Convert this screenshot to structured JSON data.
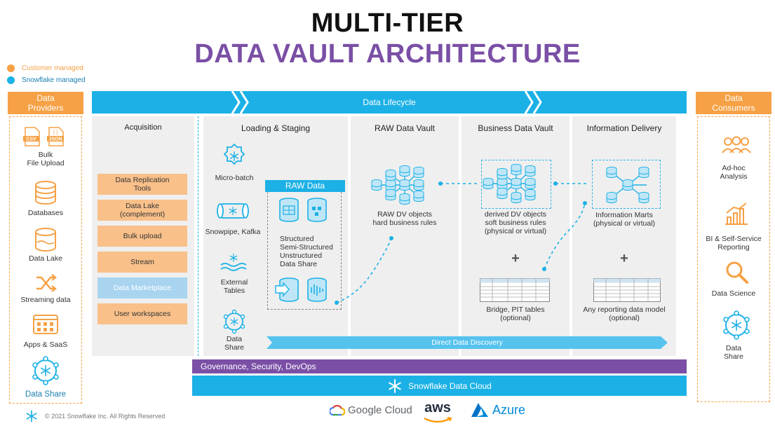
{
  "title_line1": "MULTI-TIER",
  "title_line2": "DATA VAULT ARCHITECTURE",
  "legend": {
    "customer": "Customer  managed",
    "snowflake": "Snowflake managed"
  },
  "colors": {
    "orange": "#f6a145",
    "blue": "#1cb1e6",
    "purple": "#7a4fa5",
    "lightblue": "#55c3ee"
  },
  "providers": {
    "header_line1": "Data",
    "header_line2": "Providers",
    "file_icons": [
      "CSV",
      "JSON"
    ],
    "items": [
      "Bulk\nFile Upload",
      "Databases",
      "Data Lake",
      "Streaming data",
      "Apps & SaaS",
      "Data Share"
    ]
  },
  "consumers": {
    "header_line1": "Data",
    "header_line2": "Consumers",
    "items": [
      "Ad-hoc\nAnalysis",
      "BI & Self-Service\nReporting",
      "Data Science",
      "Data\nShare"
    ]
  },
  "lifecycle": "Data Lifecycle",
  "acquisition": {
    "title": "Acquisition",
    "items": [
      "Data Replication\nTools",
      "Data Lake\n(complement)",
      "Bulk upload",
      "Stream",
      "Data Marketplace",
      "User workspaces"
    ]
  },
  "loading": {
    "title": "Loading & Staging",
    "micro_batch": "Micro-batch",
    "snowpipe": "Snowpipe, Kafka",
    "external": "External\nTables",
    "data_share": "Data\nShare",
    "raw_data_title": "RAW Data",
    "raw_data_types": "Structured\nSemi-Structured\nUnstructured\nData Share"
  },
  "raw_vault": {
    "title": "RAW Data Vault",
    "desc": "RAW DV objects\nhard business rules"
  },
  "business_vault": {
    "title": "Business Data Vault",
    "desc": "derived DV objects\nsoft business rules\n(physical or virtual)",
    "plus": "+",
    "bridge": "Bridge, PIT tables\n(optional)"
  },
  "info_delivery": {
    "title": "Information Delivery",
    "desc": "Information Marts\n(physical or virtual)",
    "plus": "+",
    "reporting": "Any reporting data model\n(optional)"
  },
  "direct_discovery": "Direct Data Discovery",
  "governance": "Governance, Security, DevOps",
  "snowflake_cloud": "Snowflake Data Cloud",
  "clouds": {
    "google": "Google Cloud",
    "aws": "aws",
    "azure": "Azure"
  },
  "copyright": "© 2021 Snowflake Inc. All Rights Reserved"
}
